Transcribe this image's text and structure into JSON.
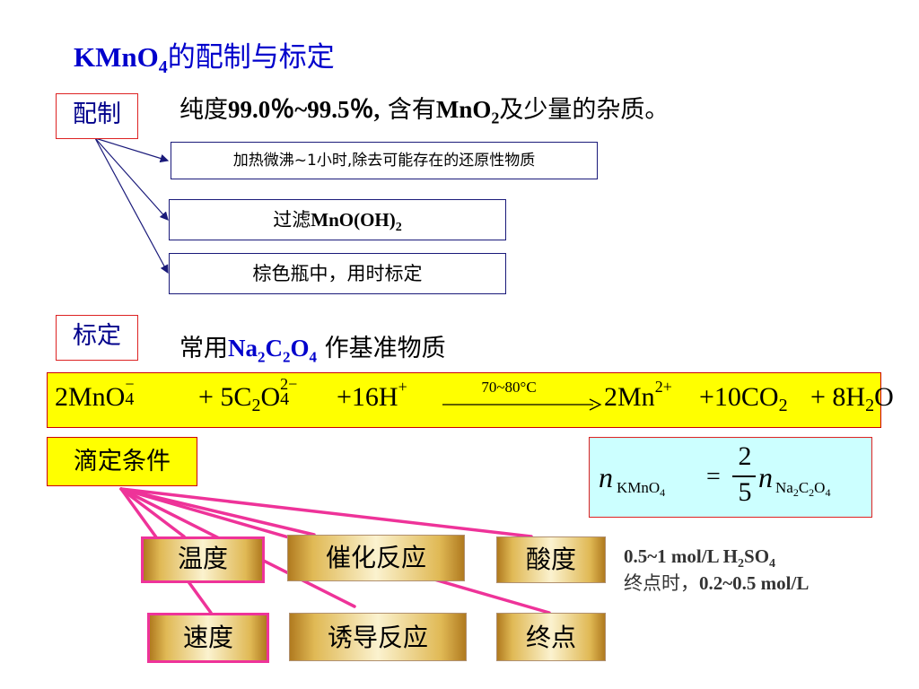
{
  "title": {
    "formula": "KMnO",
    "sub": "4",
    "rest": "的配制与标定"
  },
  "prep": {
    "tag": "配制",
    "purity_a": "纯度",
    "purity_b": "99.0％~99.5％,",
    "purity_c": " 含有",
    "purity_d": "MnO",
    "purity_d_sub": "2",
    "purity_e": "及少量的杂质。",
    "step1": "加热微沸~1小时,除去可能存在的还原性物质",
    "step2_a": "过滤",
    "step2_b": "MnO(OH)",
    "step2_sub": "2",
    "step3": "棕色瓶中，用时标定"
  },
  "standardize": {
    "tag": "标定",
    "text_a": "常用",
    "f1": "Na",
    "f1s": "2",
    "f2": "C",
    "f2s": "2",
    "f3": "O",
    "f3s": "4",
    "text_b": " 作基准物质"
  },
  "equation": {
    "t1": "2MnO",
    "t1_sub": "4",
    "t1_sup": "−",
    "t2": "+ 5C",
    "t2_sub": "2",
    "t2b": "O",
    "t2b_sub": "4",
    "t2b_sup": "2−",
    "t3": "+16H",
    "t3_sup": "+",
    "condition": "70~80°C",
    "t4": "2Mn",
    "t4_sup": "2+",
    "t5": "+10CO",
    "t5_sub": "2",
    "t6": "+ 8H",
    "t6_sub": "2",
    "t6b": "O"
  },
  "conditions": {
    "tag": "滴定条件",
    "temperature": "温度",
    "catalysis": "催化反应",
    "acidity": "酸度",
    "speed": "速度",
    "induced": "诱导反应",
    "endpoint": "终点"
  },
  "formula": {
    "n": "n",
    "sub_left": "KMnO",
    "sub_left_sub": "4",
    "eq": "=",
    "num": "2",
    "den": "5",
    "n2": "n",
    "sub_right_a": "Na",
    "sub_right_as": "2",
    "sub_right_b": "C",
    "sub_right_bs": "2",
    "sub_right_c": "O",
    "sub_right_cs": "4"
  },
  "acidity_info": {
    "line1_a": "0.5~1 mol/L H",
    "line1_sub": "2",
    "line1_b": "SO",
    "line1_sub2": "4",
    "line2_a": "终点时，",
    "line2_b": "0.2~0.5 mol/L"
  },
  "colors": {
    "title": "#0000cc",
    "tag_text": "#00008b",
    "box_border_red": "#dd2222",
    "highlight_yellow": "#ffff00",
    "formula_bg": "#ccffff",
    "connector_pink": "#ee3399"
  }
}
